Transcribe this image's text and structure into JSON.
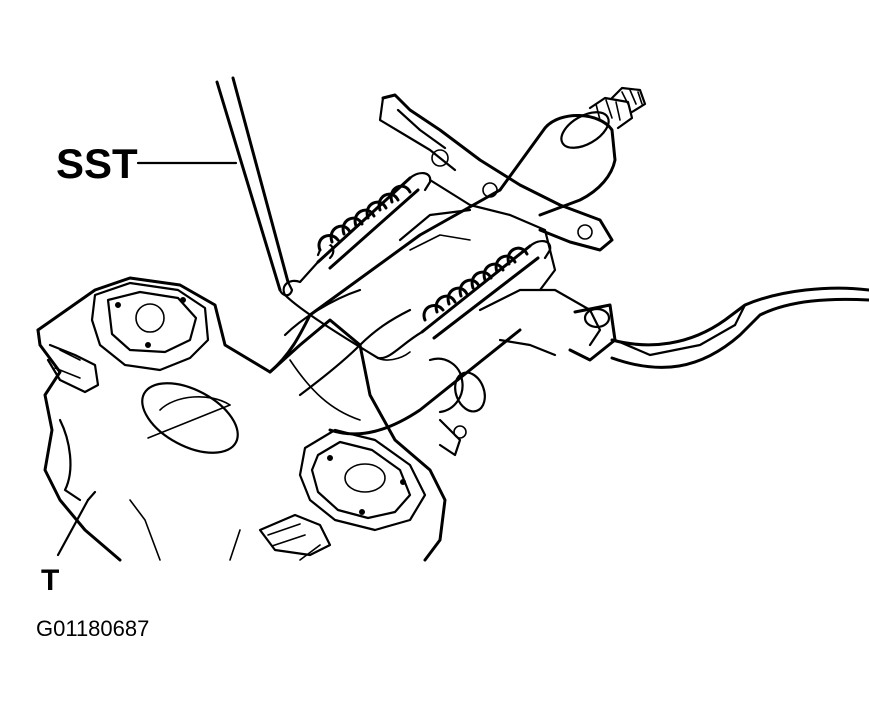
{
  "callouts": {
    "sst": "SST",
    "t": "T"
  },
  "figure_id": "G01180687"
}
